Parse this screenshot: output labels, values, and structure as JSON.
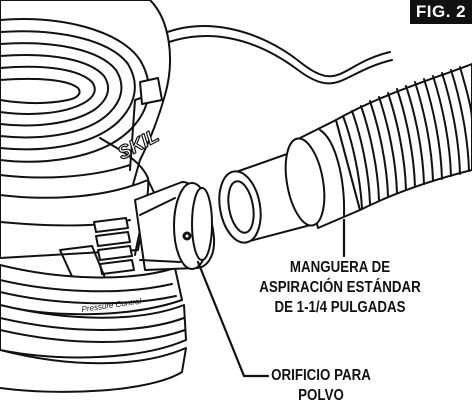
{
  "figure": {
    "label": "FIG. 2"
  },
  "brand": {
    "logo_text": "SKIL"
  },
  "sander": {
    "band_text": "Pressure Control"
  },
  "callouts": {
    "hose": [
      "MANGUERA DE",
      "ASPIRACIÓN ESTÁNDAR",
      "DE 1-1/4 PULGADAS"
    ],
    "dust_port": [
      "ORIFICIO PARA",
      "POLVO"
    ]
  }
}
